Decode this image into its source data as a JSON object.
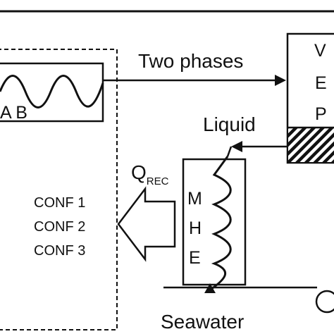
{
  "labels": {
    "two_phases": "Two phases",
    "ab": "A B",
    "vep_v": "V",
    "vep_e": "E",
    "vep_p": "P",
    "liquid": "Liquid",
    "q": "Q",
    "q_sub": "REC",
    "conf1": "CONF 1",
    "conf2": "CONF 2",
    "conf3": "CONF 3",
    "mhe_m": "M",
    "mhe_h": "H",
    "mhe_e": "E",
    "seawater": "Seawater"
  },
  "colors": {
    "line": "#111111",
    "background": "#ffffff"
  }
}
